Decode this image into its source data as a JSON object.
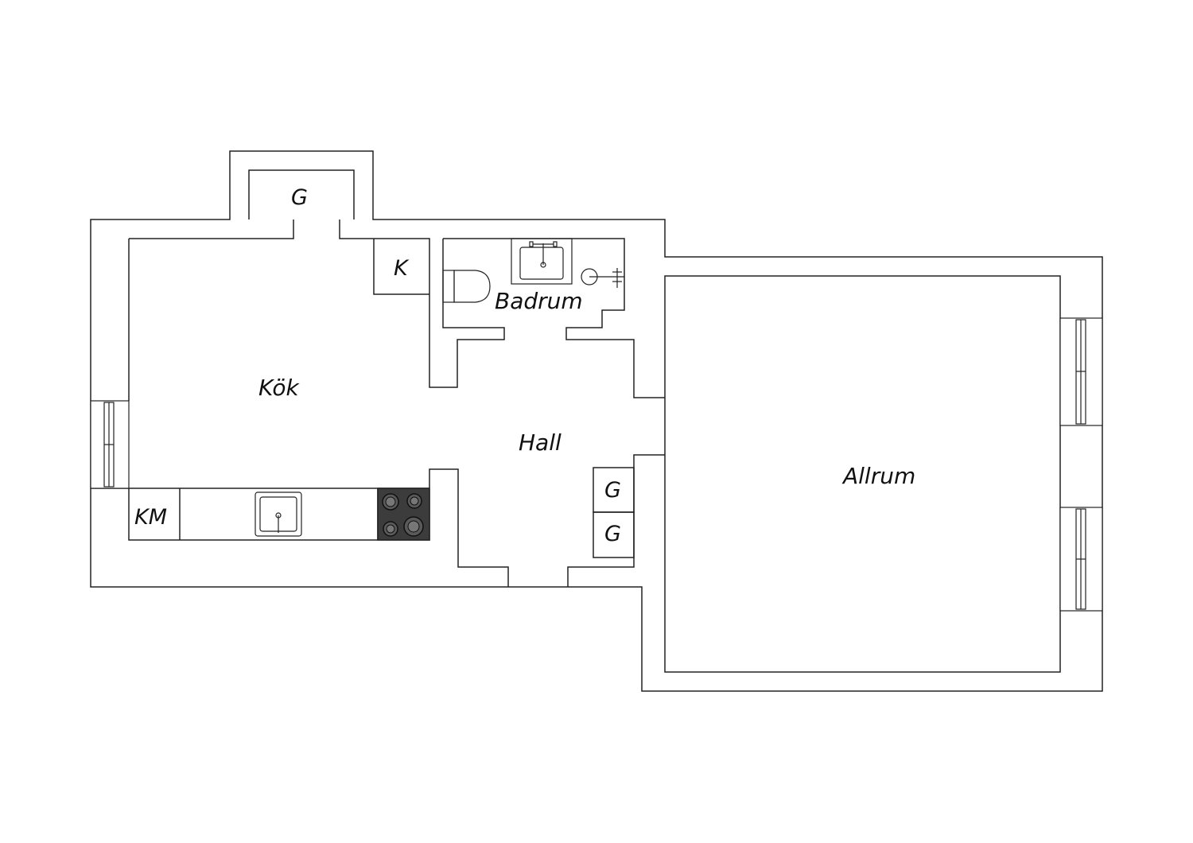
{
  "labels": {
    "kok": "Kök",
    "hall": "Hall",
    "badrum": "Badrum",
    "allrum": "Allrum",
    "closet_top": "G",
    "closet_k": "K",
    "closet_km": "KM",
    "closet_hall_1": "G",
    "closet_hall_2": "G"
  },
  "colors": {
    "line": "#222222",
    "stove": "#3c3c3c",
    "background": "#ffffff"
  }
}
